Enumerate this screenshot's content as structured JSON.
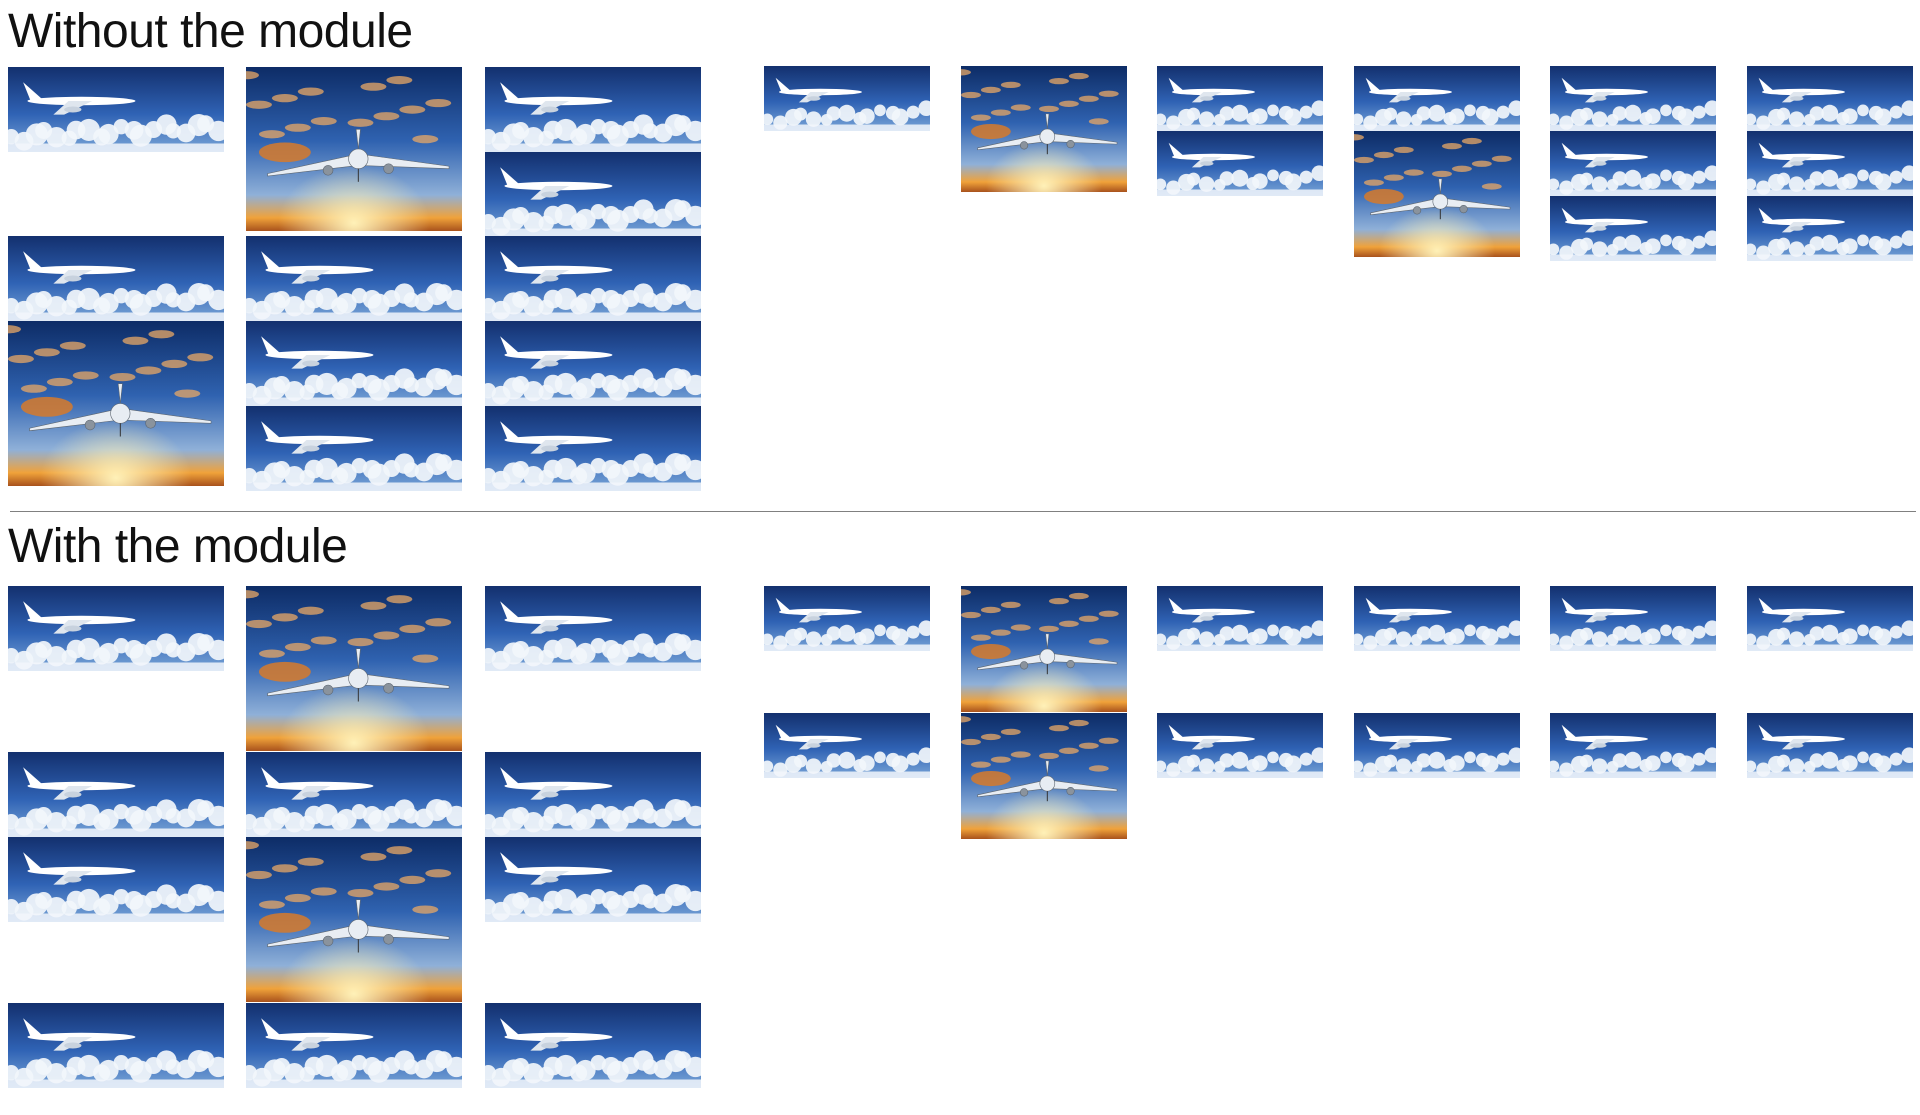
{
  "sections": {
    "without": {
      "title": "Without the module"
    },
    "with": {
      "title": "With the module"
    }
  },
  "thumbnails": {
    "cruise": "airliner cruising above clouds",
    "takeoff": "airliner climbing into sunset sky"
  },
  "colors": {
    "sky_top": "#13306e",
    "sky_mid": "#2f62b4",
    "sky_horizon": "#7aa6d8",
    "cloud": "#f2f6fb",
    "sunset_orange": "#f0a23a",
    "sunset_glow": "#fff1b8",
    "divider": "#808080",
    "heading": "#111111"
  }
}
